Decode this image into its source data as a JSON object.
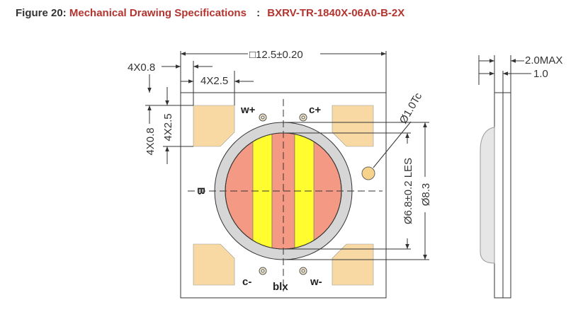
{
  "caption": {
    "prefix": "Figure 20:",
    "title": "Mechanical Drawing Specifications",
    "separator": ":",
    "code": "BXRV-TR-1840X-06A0-B-2X"
  },
  "dimensions": {
    "width": "□12.5±0.20",
    "pad_offset_x": "4X0.8",
    "pad_size_x": "4X2.5",
    "pad_offset_y": "4X0.8",
    "pad_size_y": "4X2.5",
    "thickness_max": "2.0MAX",
    "substrate": "1.0",
    "tc_point": "Ø1.0Tc",
    "les": "Ø6.8±0.2 LES",
    "dam": "Ø8.3"
  },
  "pads": {
    "w_plus": "w+",
    "c_plus": "c+",
    "c_minus": "c-",
    "w_minus": "w-",
    "b": "B",
    "blx": "blx"
  },
  "colors": {
    "substrate": "#ffffff",
    "pad": "#f8d9a4",
    "ring": "#d6d6d6",
    "warm": "#f49a84",
    "cool": "#fffd30",
    "tc": "#f6d28a"
  }
}
